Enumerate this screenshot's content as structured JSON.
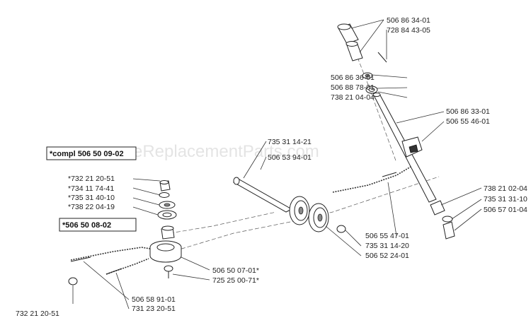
{
  "watermark": "eReplacementParts.com",
  "kits": [
    {
      "id": "compl",
      "label": "*compl 506 50 09-02"
    },
    {
      "id": "sub",
      "label": "*506 50 08-02"
    }
  ],
  "part_labels": [
    "506 86 34-01",
    "728 84 43-05",
    "506 86 36-01",
    "506 88 78-01",
    "738 21 04-04",
    "506 86 33-01",
    "506 55 46-01",
    "735 31 14-21",
    "506 53 94-01",
    "738 21 02-04",
    "735 31 31-10",
    "506 57 01-04",
    "*732 21 20-51",
    "*734 11 74-41",
    "*735 31 40-10",
    "*738 22 04-19",
    "506 55 47-01",
    "735 31 14-20",
    "506 52 24-01",
    "506 50 07-01*",
    "725 25 00-71*",
    "506 58 91-01",
    "731 23 20-51",
    "732 21 20-51"
  ]
}
